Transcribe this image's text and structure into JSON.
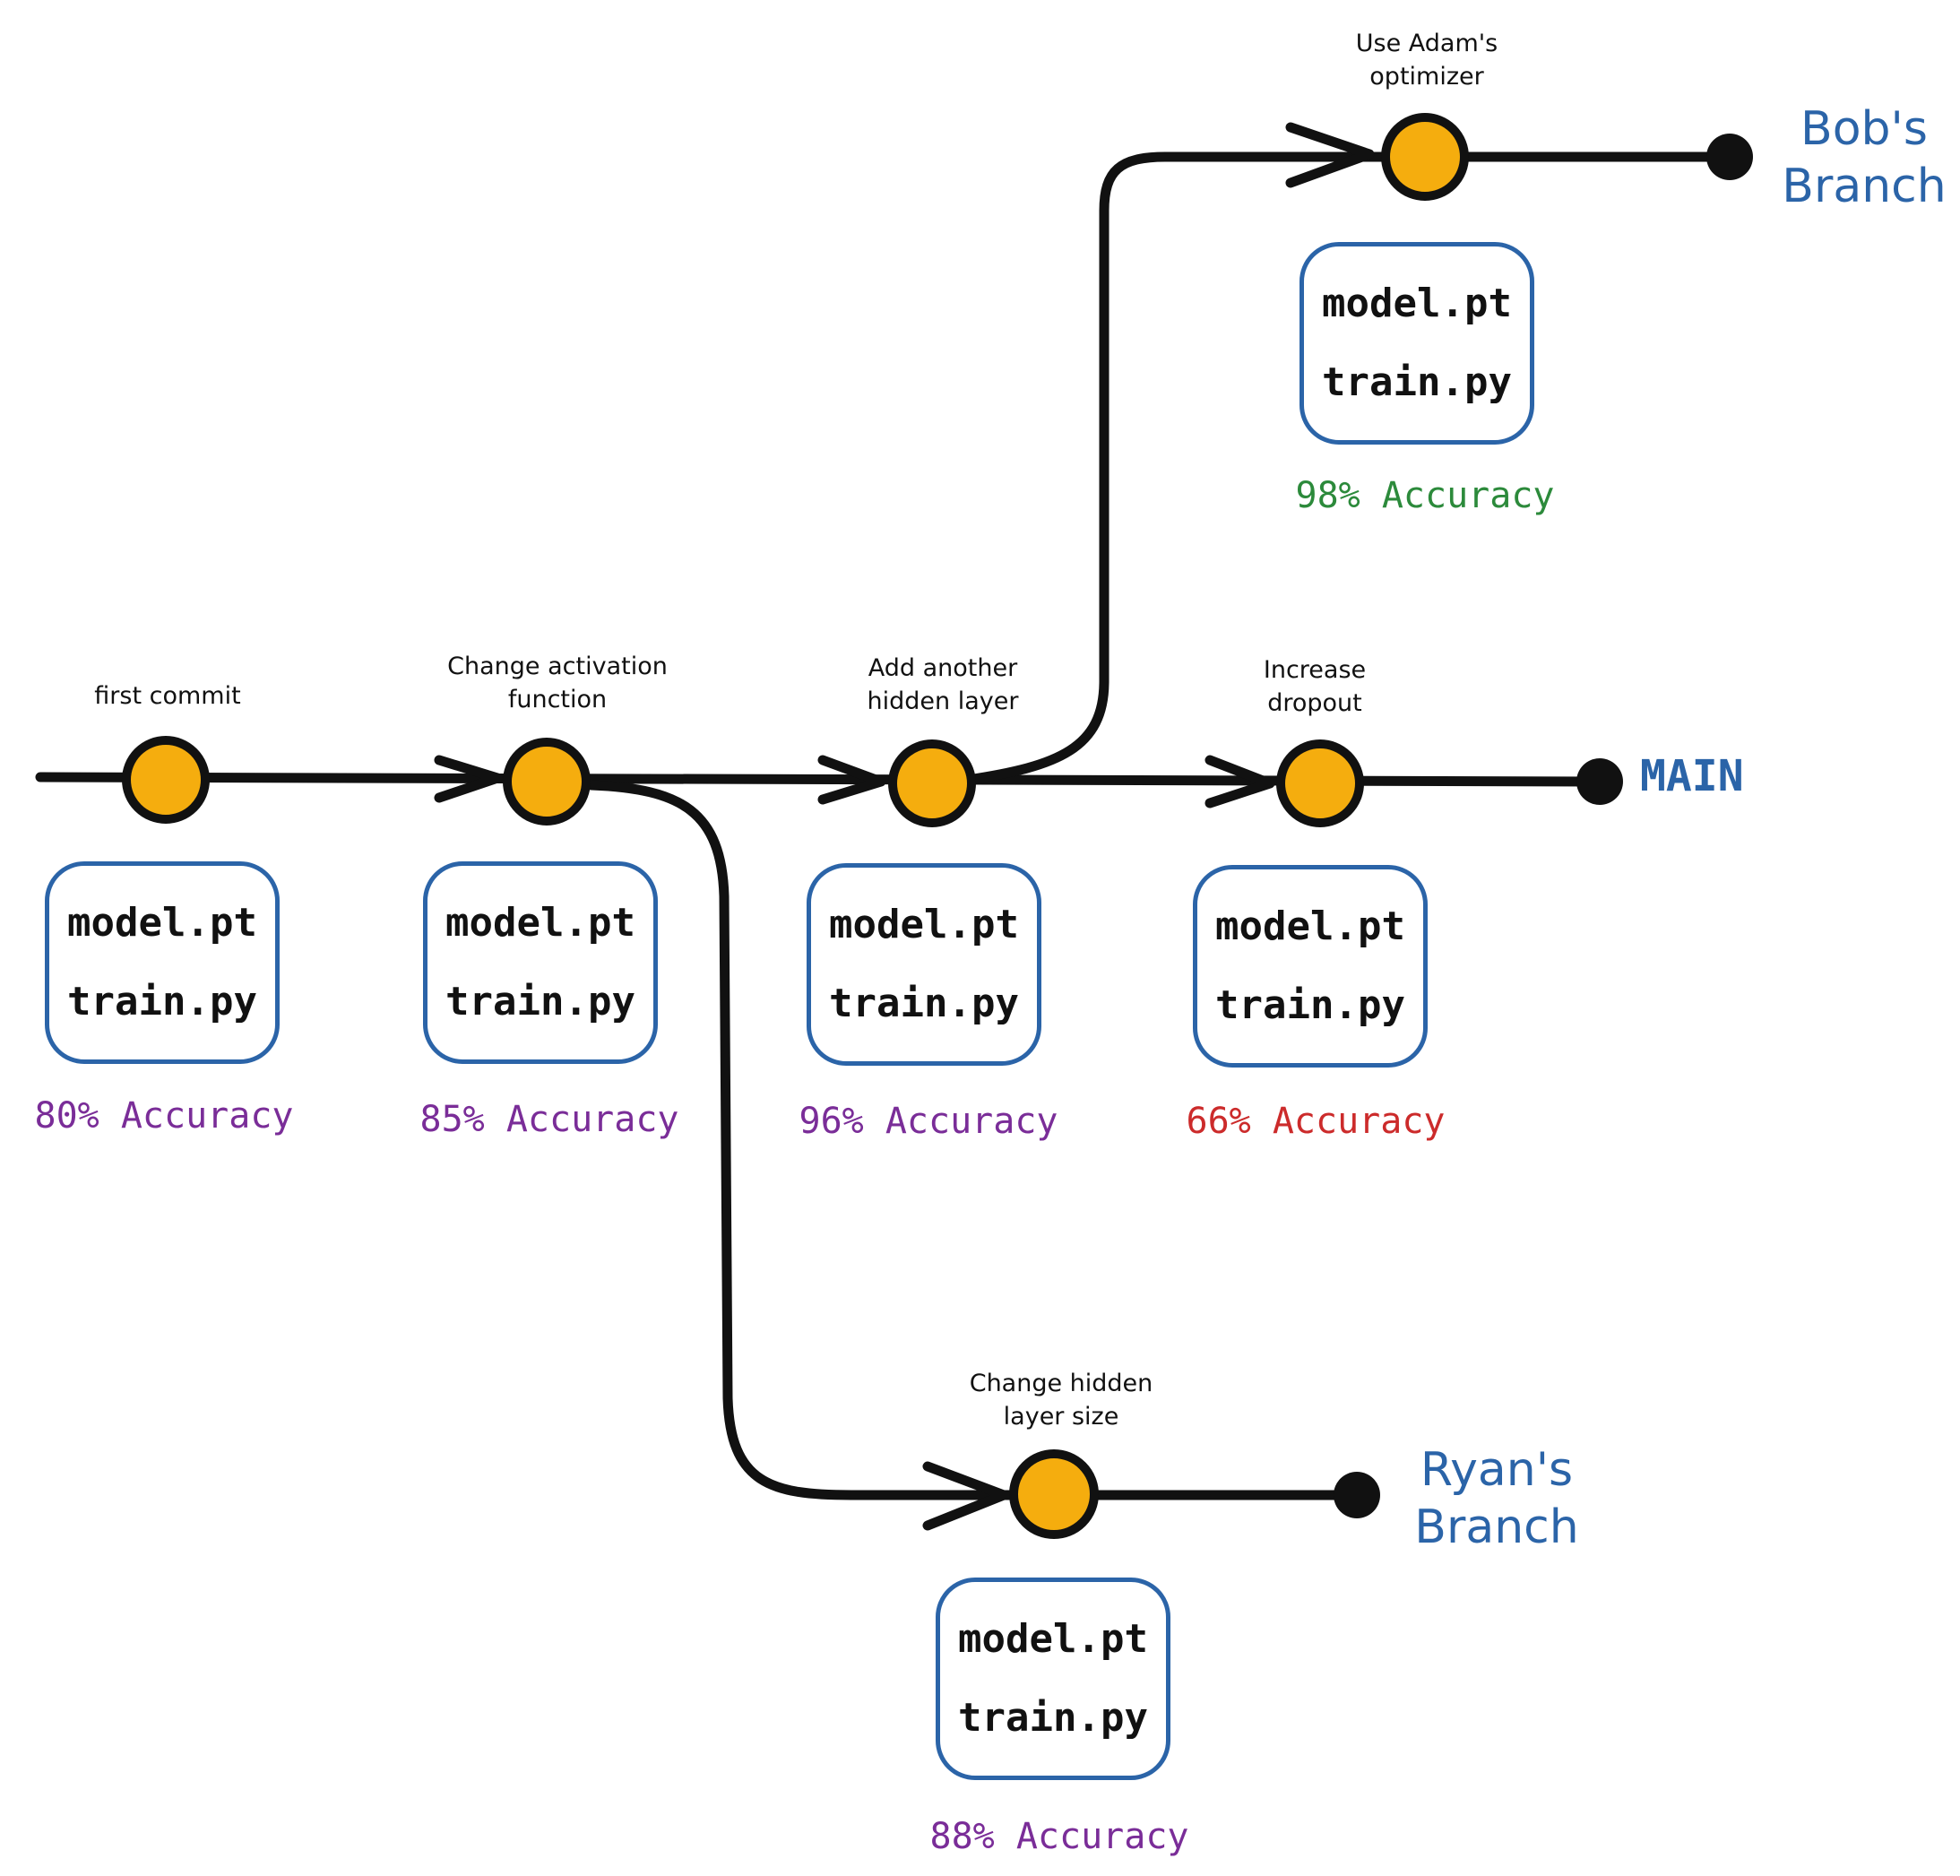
{
  "colors": {
    "line": "#111111",
    "commit_fill": "#f5ad0e",
    "box_border": "#2b64a8",
    "branch_label": "#2b64a8",
    "accuracy_purple": "#7a2d98",
    "accuracy_green": "#2c8a3b",
    "accuracy_red": "#cc2b2b"
  },
  "branches": {
    "main": "MAIN",
    "bob": [
      "Bob's",
      "Branch"
    ],
    "ryan": [
      "Ryan's",
      "Branch"
    ]
  },
  "commits": [
    {
      "id": "c1",
      "message": [
        "first commit"
      ],
      "files": [
        "model.pt",
        "train.py"
      ],
      "accuracy": "80% Accuracy",
      "accuracy_color": "purple"
    },
    {
      "id": "c2",
      "message": [
        "Change activation",
        "function"
      ],
      "files": [
        "model.pt",
        "train.py"
      ],
      "accuracy": "85% Accuracy",
      "accuracy_color": "purple"
    },
    {
      "id": "c3",
      "message": [
        "Add another",
        "hidden layer"
      ],
      "files": [
        "model.pt",
        "train.py"
      ],
      "accuracy": "96% Accuracy",
      "accuracy_color": "purple"
    },
    {
      "id": "c4",
      "message": [
        "Increase",
        "dropout"
      ],
      "files": [
        "model.pt",
        "train.py"
      ],
      "accuracy": "66% Accuracy",
      "accuracy_color": "red"
    },
    {
      "id": "c5",
      "message": [
        "Use Adam's",
        "optimizer"
      ],
      "files": [
        "model.pt",
        "train.py"
      ],
      "accuracy": "98% Accuracy",
      "accuracy_color": "green"
    },
    {
      "id": "c6",
      "message": [
        "Change hidden",
        "layer size"
      ],
      "files": [
        "model.pt",
        "train.py"
      ],
      "accuracy": "88% Accuracy",
      "accuracy_color": "purple"
    }
  ]
}
